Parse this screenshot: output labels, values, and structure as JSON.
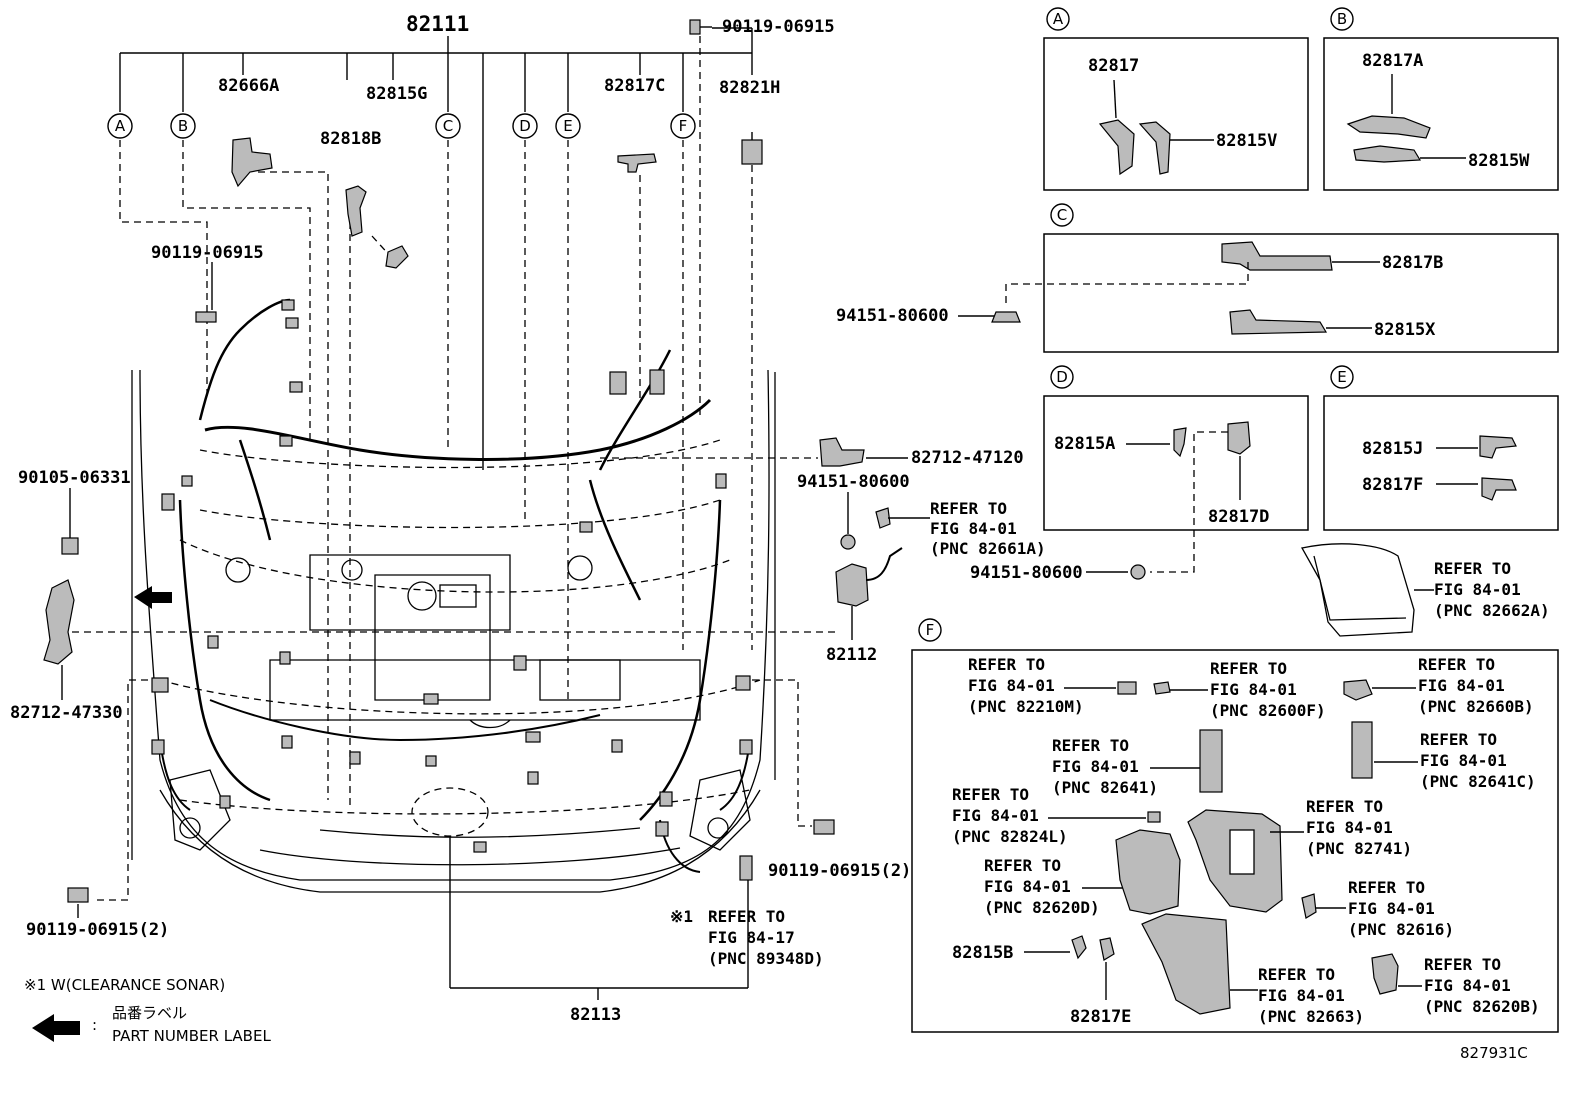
{
  "main_parts": {
    "p82111": "82111",
    "p90119_top": "90119-06915",
    "p82666A": "82666A",
    "p82815G": "82815G",
    "p82817C": "82817C",
    "p82821H": "82821H",
    "p82818B": "82818B",
    "p90119_left": "90119-06915",
    "p90105": "90105-06331",
    "p82712_47330": "82712-47330",
    "p90119_bl": "90119-06915(2)",
    "p82712_47120": "82712-47120",
    "p94151_mid": "94151-80600",
    "p82112": "82112",
    "p90119_br": "90119-06915(2)",
    "p82113": "82113"
  },
  "callout_letters": [
    "A",
    "B",
    "C",
    "D",
    "E",
    "F"
  ],
  "refer_main": {
    "r1": [
      "REFER TO",
      "FIG 84-01",
      "(PNC 82661A)"
    ],
    "r2": [
      "REFER TO",
      "FIG 84-17",
      "(PNC 89348D)"
    ],
    "mark": "※1"
  },
  "box_A": {
    "letter": "A",
    "p1": "82817",
    "p2": "82815V"
  },
  "box_B": {
    "letter": "B",
    "p1": "82817A",
    "p2": "82815W"
  },
  "box_C": {
    "letter": "C",
    "p1": "82817B",
    "p2": "82815X",
    "clip": "94151-80600"
  },
  "box_D": {
    "letter": "D",
    "p1": "82815A",
    "p2": "82817D",
    "clip": "94151-80600"
  },
  "box_E": {
    "letter": "E",
    "p1": "82815J",
    "p2": "82817F"
  },
  "refer_82662A": [
    "REFER TO",
    "FIG 84-01",
    "(PNC 82662A)"
  ],
  "box_F": {
    "letter": "F",
    "r_82210M": [
      "REFER TO",
      "FIG 84-01",
      "(PNC 82210M)"
    ],
    "r_82600F": [
      "REFER TO",
      "FIG 84-01",
      "(PNC 82600F)"
    ],
    "r_82660B": [
      "REFER TO",
      "FIG 84-01",
      "(PNC 82660B)"
    ],
    "r_82641": [
      "REFER TO",
      "FIG 84-01",
      "(PNC 82641)"
    ],
    "r_82641C": [
      "REFER TO",
      "FIG 84-01",
      "(PNC 82641C)"
    ],
    "r_82824L": [
      "REFER TO",
      "FIG 84-01",
      "(PNC 82824L)"
    ],
    "r_82741": [
      "REFER TO",
      "FIG 84-01",
      "(PNC 82741)"
    ],
    "r_82620D": [
      "REFER TO",
      "FIG 84-01",
      "(PNC 82620D)"
    ],
    "r_82616": [
      "REFER TO",
      "FIG 84-01",
      "(PNC 82616)"
    ],
    "r_82663": [
      "REFER TO",
      "FIG 84-01",
      "(PNC 82663)"
    ],
    "r_82620B": [
      "REFER TO",
      "FIG 84-01",
      "(PNC 82620B)"
    ],
    "p82815B": "82815B",
    "p82817E": "82817E"
  },
  "legend": {
    "note1": "※1 W(CLEARANCE SONAR)",
    "jp_label": "品番ラベル",
    "colon": ":",
    "en_label": "PART NUMBER LABEL"
  },
  "figure_code": "827931C"
}
